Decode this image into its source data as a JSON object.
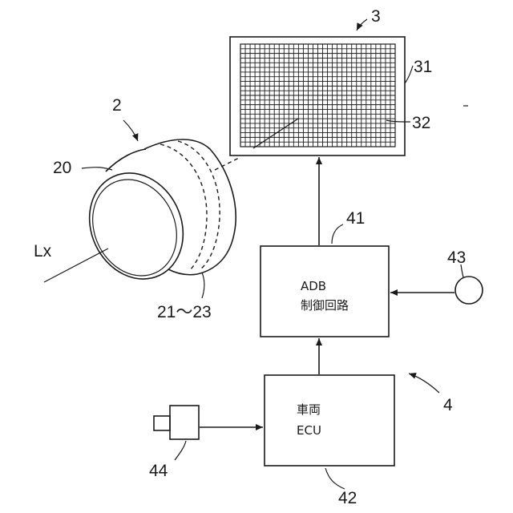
{
  "labels": {
    "lamp_ref": "2",
    "lens_ref": "20",
    "light_sources_ref": "21～23",
    "axis_ref": "Lx",
    "matrix_ref": "3",
    "matrix_frame_ref": "31",
    "matrix_cell_ref": "32",
    "system_ref": "4",
    "adb_ref": "41",
    "ecu_ref": "42",
    "switch_ref": "43",
    "camera_ref": "44"
  },
  "blocks": {
    "adb_line1": "ADB",
    "adb_line2": "制御回路",
    "ecu_line1": "車両",
    "ecu_line2": "ECU"
  }
}
